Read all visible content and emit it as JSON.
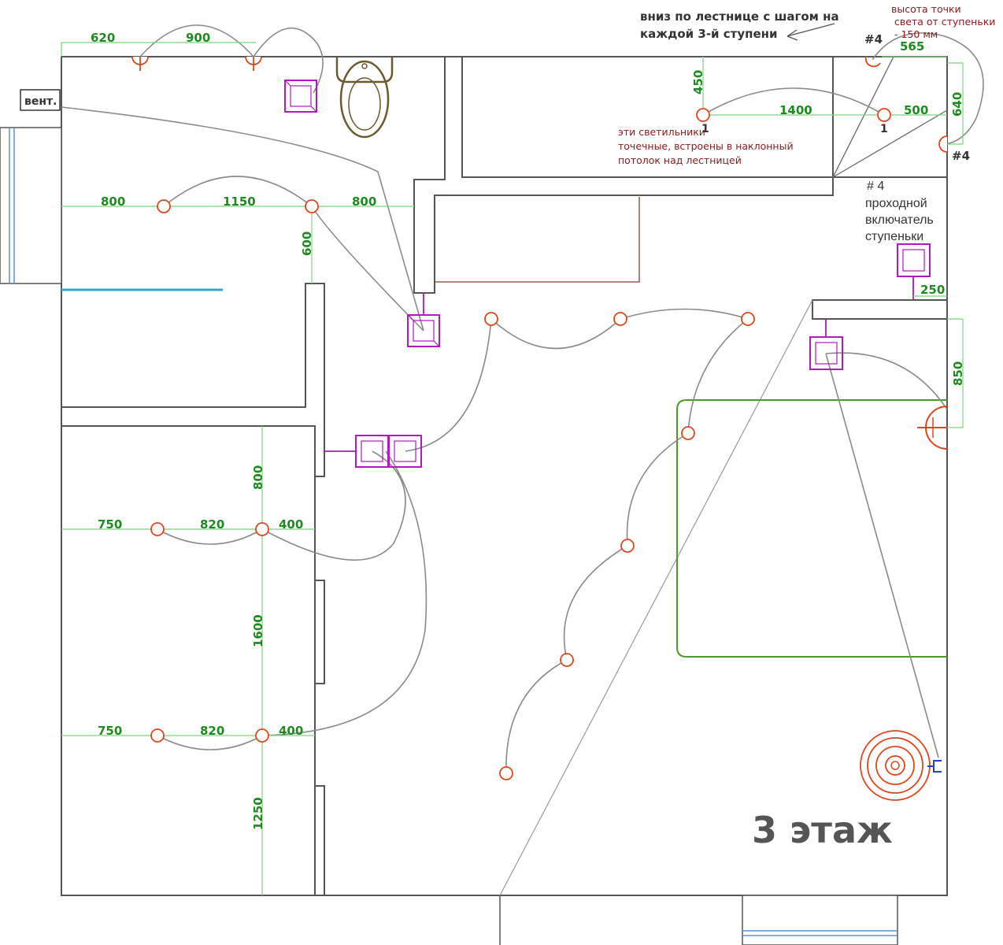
{
  "labels": {
    "vent": "вент.",
    "stairs_note_line1": "вниз по лестнице с шагом на",
    "stairs_note_line2": "каждой 3-й ступени",
    "step_height_line1": "высота точки",
    "step_height_line2": "света от ступеньки",
    "step_height_line3": "- 150 мм",
    "mark_4a": "#4",
    "mark_4b": "#4",
    "mark_4c": "# 4",
    "switch_note_line1": "проходной",
    "switch_note_line2": "включатель",
    "switch_note_line3": "ступеньки",
    "spot_note_line1": "эти светильники",
    "spot_note_line2": "точечные, встроены в наклонный",
    "spot_note_line3": "потолок  над лестницей",
    "lamp_num_a": "1",
    "lamp_num_b": "1",
    "floor": "3 этаж"
  },
  "dims": {
    "d620": "620",
    "d900": "900",
    "d565": "565",
    "d450": "450",
    "d1400": "1400",
    "d500": "500",
    "d640": "640",
    "d800a": "800",
    "d1150": "1150",
    "d800b": "800",
    "d600": "600",
    "d250": "250",
    "d850": "850",
    "d800c": "800",
    "d750a": "750",
    "d820a": "820",
    "d400a": "400",
    "d1600": "1600",
    "d750b": "750",
    "d820b": "820",
    "d400b": "400",
    "d1250": "1250"
  },
  "colors": {
    "lamp": "#e0461c",
    "switch": "#b018c0",
    "dimension": "#1f8a1f",
    "note": "#8b1a1a",
    "bed": "#4a9a2a",
    "toilet": "#6b5a2e",
    "window": "#5a8fd0"
  },
  "icons": [
    "ceiling-lamp-icon",
    "light-switch-icon",
    "toilet-icon",
    "ceiling-fan-icon",
    "socket-icon"
  ]
}
